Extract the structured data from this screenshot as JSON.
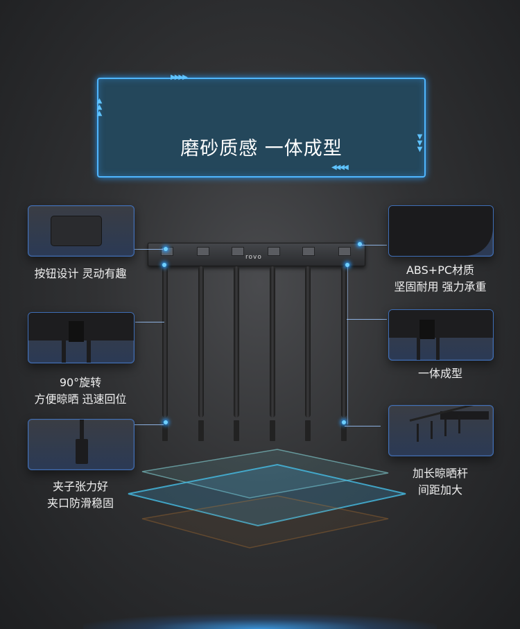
{
  "title": "磨砂质感 一体成型",
  "brand": "rovo",
  "features_left": [
    {
      "line1": "按钮设计 灵动有趣",
      "line2": ""
    },
    {
      "line1": "90°旋转",
      "line2": "方便晾晒 迅速回位"
    },
    {
      "line1": "夹子张力好",
      "line2": "夹口防滑稳固"
    }
  ],
  "features_right": [
    {
      "line1": "ABS+PC材质",
      "line2": "坚固耐用 强力承重"
    },
    {
      "line1": "一体成型",
      "line2": ""
    },
    {
      "line1": "加长晾晒杆",
      "line2": "间距加大"
    }
  ],
  "colors": {
    "accent_glow": "#4fb6ff",
    "title_panel": "#24475b",
    "background": "#303133"
  },
  "icons": [
    "chevron-arrows-icon"
  ]
}
